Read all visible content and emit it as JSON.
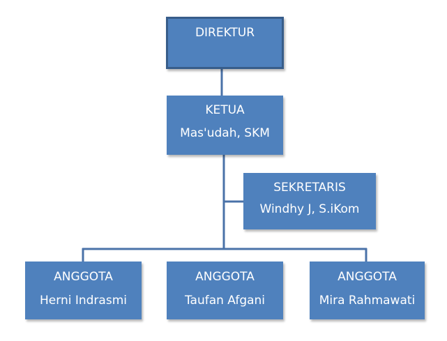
{
  "org_chart": {
    "direktur": {
      "title": "DIREKTUR"
    },
    "ketua": {
      "title": "KETUA",
      "name": "Mas'udah, SKM"
    },
    "sekretaris": {
      "title": "SEKRETARIS",
      "name": "Windhy J, S.iKom"
    },
    "anggota": [
      {
        "title": "ANGGOTA",
        "name": "Herni Indrasmi"
      },
      {
        "title": "ANGGOTA",
        "name": "Taufan Afgani"
      },
      {
        "title": "ANGGOTA",
        "name": "Mira Rahmawati"
      }
    ]
  },
  "colors": {
    "box_fill": "#4f81bd",
    "box_border": "#385d8a",
    "connector": "#4a72a8",
    "text": "#ffffff"
  }
}
